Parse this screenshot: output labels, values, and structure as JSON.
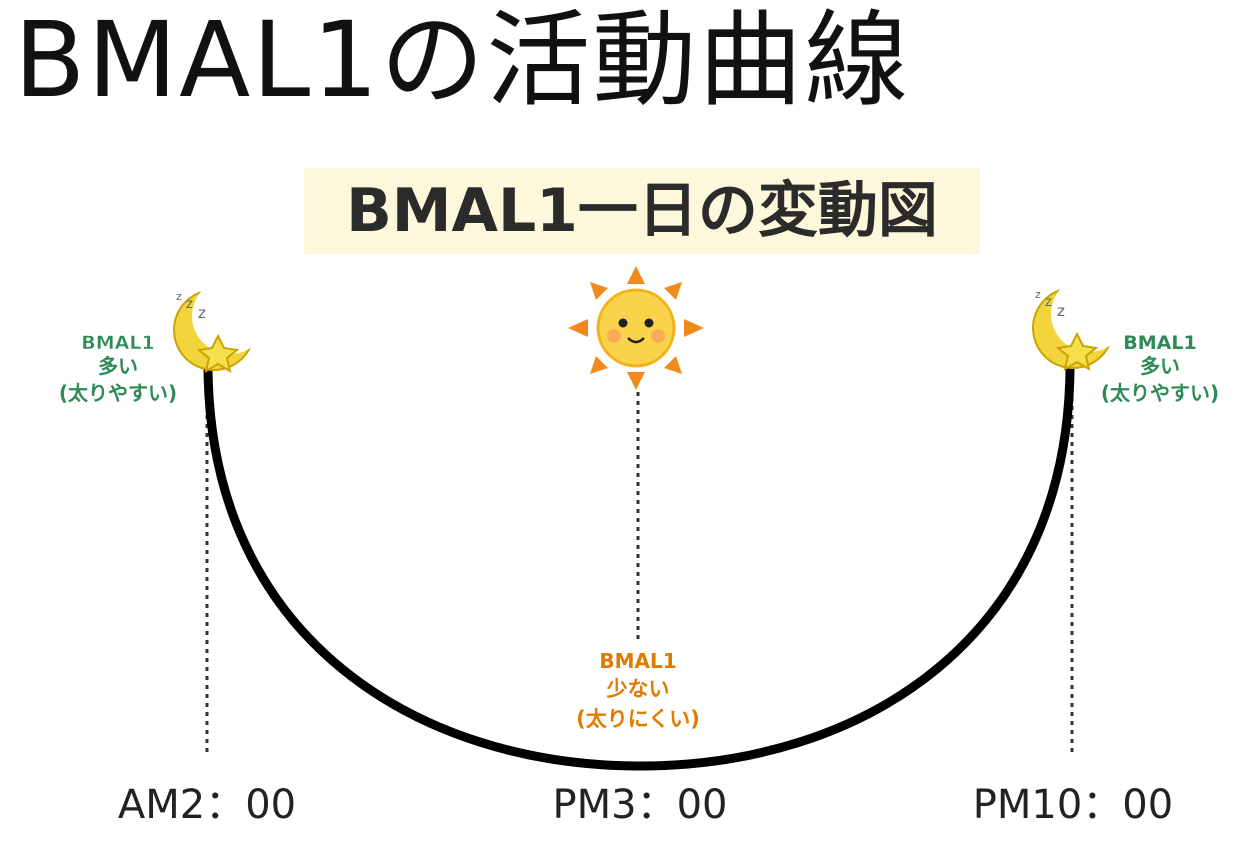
{
  "header": {
    "title": "BMAL1の活動曲線"
  },
  "diagram": {
    "title": "BMAL1一日の変動図",
    "left_note": {
      "line1": "BMAL1",
      "line2": "多い",
      "line3": "(太りやすい)"
    },
    "right_note": {
      "line1": "BMAL1",
      "line2": "多い",
      "line3": "(太りやすい)"
    },
    "bottom_note": {
      "line1": "BMAL1",
      "line2": "少ない",
      "line3": "(太りにくい)"
    },
    "times": {
      "left": "AM2：00",
      "middle": "PM3：00",
      "right": "PM10：00"
    },
    "icons": {
      "left": "sleeping-moon-icon",
      "middle": "smiling-sun-icon",
      "right": "sleeping-moon-icon"
    },
    "colors": {
      "high_note": "#2e8b57",
      "low_note": "#e07b00",
      "curve": "#000000"
    }
  }
}
